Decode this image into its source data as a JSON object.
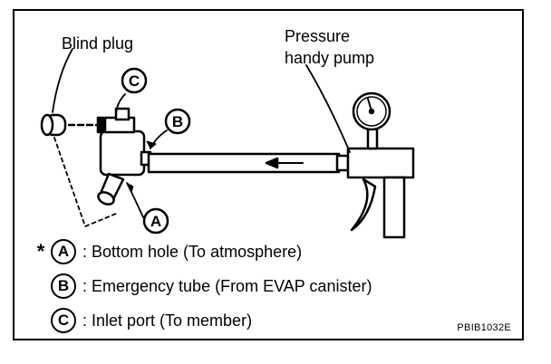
{
  "labels": {
    "blind_plug": "Blind plug",
    "pump_line1": "Pressure",
    "pump_line2": "handy pump"
  },
  "callouts": {
    "a": "A",
    "b": "B",
    "c": "C"
  },
  "legend": [
    {
      "marker": "*",
      "letter": "A",
      "text": ": Bottom hole (To atmosphere)"
    },
    {
      "marker": "",
      "letter": "B",
      "text": ": Emergency tube (From EVAP canister)"
    },
    {
      "marker": "",
      "letter": "C",
      "text": ": Inlet port (To member)"
    }
  ],
  "figure_code": "PBIB1032E"
}
